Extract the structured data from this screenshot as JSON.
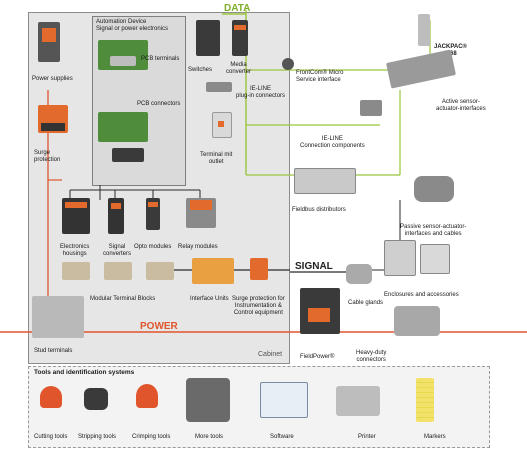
{
  "bus_labels": {
    "data": "DATA",
    "signal": "SIGNAL",
    "power": "POWER"
  },
  "colors": {
    "data_line": "#9bc53d",
    "signal_line": "#2a2a2a",
    "power_line": "#e0552b",
    "cabinet_bg": "#e6e6e6",
    "board_bg": "#dcdcdc",
    "tools_bg": "#efefef"
  },
  "cabinet": {
    "label": "Cabinet",
    "board_title_1": "Automation Device",
    "board_title_2": "Signal or power electronics",
    "pcb_terminals": "PCB terminals",
    "pcb_connectors": "PCB connectors",
    "power_supplies": "Power supplies",
    "surge_protection_1": "Surge",
    "surge_protection_2": "protection",
    "electronics_housings_1": "Electronics",
    "electronics_housings_2": "housings",
    "signal_converters_1": "Signal",
    "signal_converters_2": "converters",
    "opto_modules": "Opto modules",
    "relay_modules": "Relay modules",
    "modular_terminal_blocks": "Modular Terminal Blocks",
    "interface_units": "Interface Units",
    "surge_ic_1": "Surge protection for",
    "surge_ic_2": "Instrumentation &",
    "surge_ic_3": "Control equipment",
    "stud_terminals": "Stud terminals"
  },
  "field": {
    "switches": "Switches",
    "media_converter_1": "Media",
    "media_converter_2": "converter",
    "frontcom_1": "FrontCom® Micro",
    "frontcom_2": "Service interface",
    "ieline_plugin_1": "IE-LINE",
    "ieline_plugin_2": "plug-in connectors",
    "terminal_outlet_1": "Terminal mit",
    "terminal_outlet_2": "outlet",
    "ieline_conn_1": "IE-LINE",
    "ieline_conn_2": "Connection components",
    "jackpac_1": "JACKPAC®",
    "jackpac_2": "IP68",
    "active_sa_1": "Active sensor-",
    "active_sa_2": "actuator-interfaces",
    "fieldbus": "Fieldbus distributors",
    "passive_sa_1": "Passive sensor-actuator-",
    "passive_sa_2": "interfaces and cables",
    "enclosures": "Enclosures and accessories",
    "cable_glands": "Cable glands",
    "fieldpower": "FieldPower®",
    "heavy_duty_1": "Heavy-duty",
    "heavy_duty_2": "connectors"
  },
  "tools": {
    "title": "Tools and identification systems",
    "items": [
      "Cutting tools",
      "Stripping tools",
      "Crimping tools",
      "More tools",
      "Software",
      "Printer",
      "Markers"
    ]
  }
}
